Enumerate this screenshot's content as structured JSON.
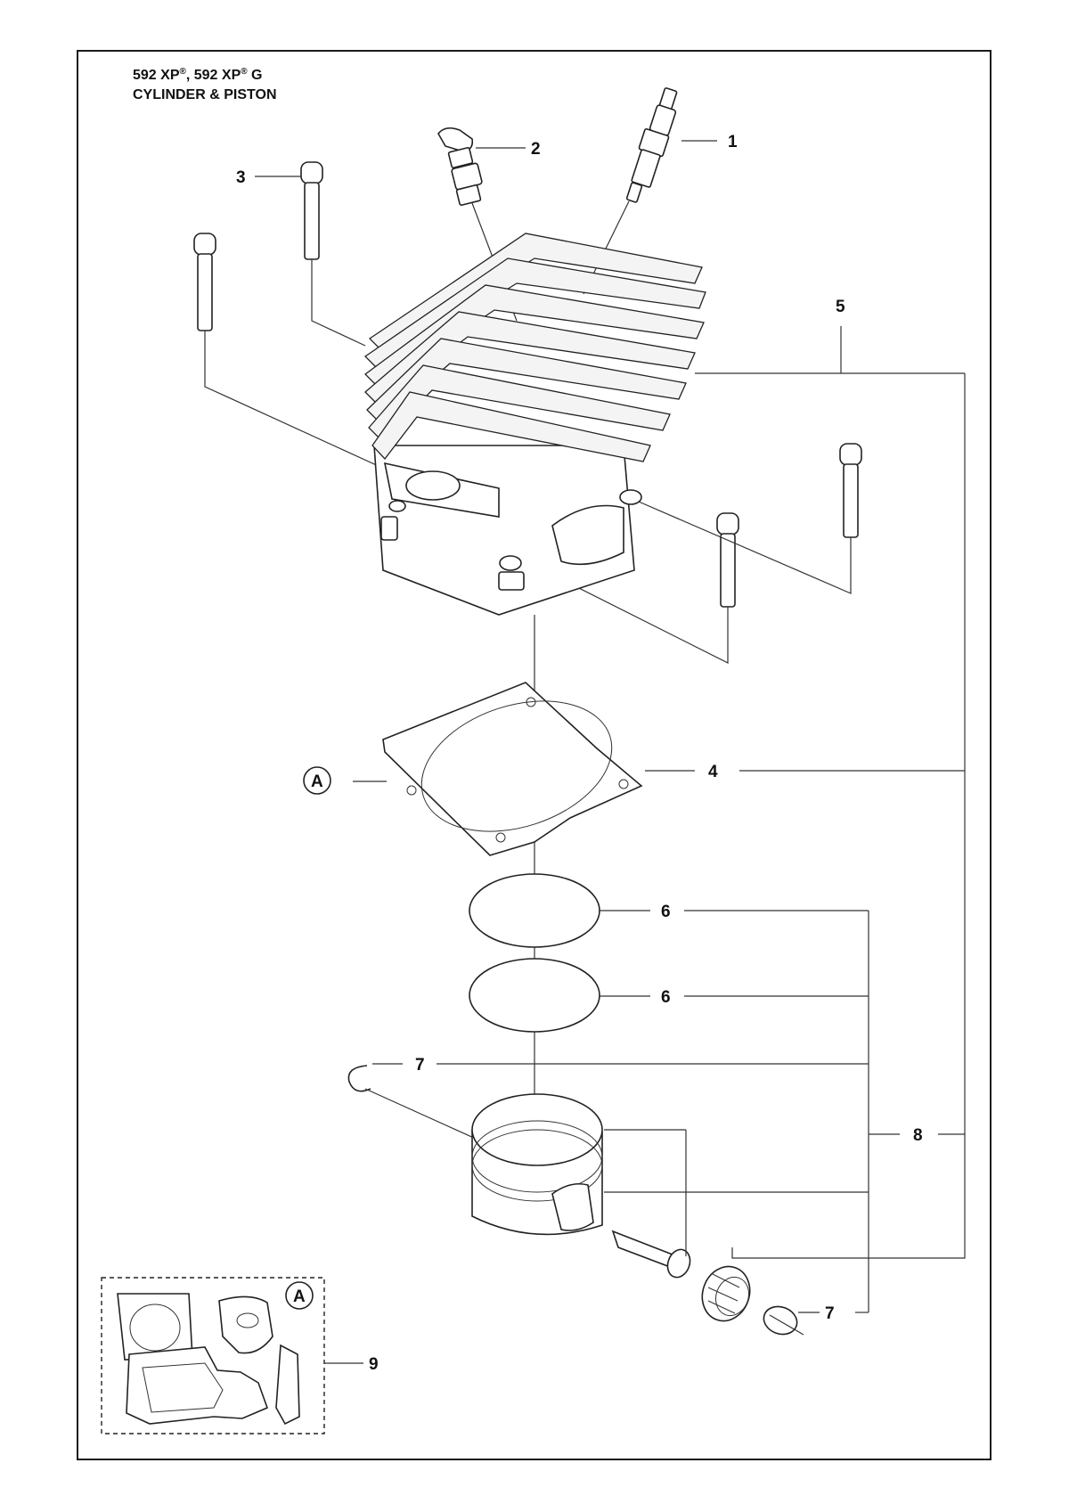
{
  "header": {
    "model_line_part1": "592 XP",
    "model_reg_mark": "®",
    "model_line_sep": ", 592 XP",
    "model_reg_mark_2": "®",
    "model_line_suffix": " G",
    "subtitle": "CYLINDER & PISTON"
  },
  "callouts": {
    "c1": "1",
    "c2": "2",
    "c3": "3",
    "c4": "4",
    "c5": "5",
    "c6a": "6",
    "c6b": "6",
    "c7a": "7",
    "c7b": "7",
    "c8": "8",
    "c9": "9"
  },
  "refs": {
    "ref_a_main": "A",
    "ref_a_kit": "A"
  }
}
